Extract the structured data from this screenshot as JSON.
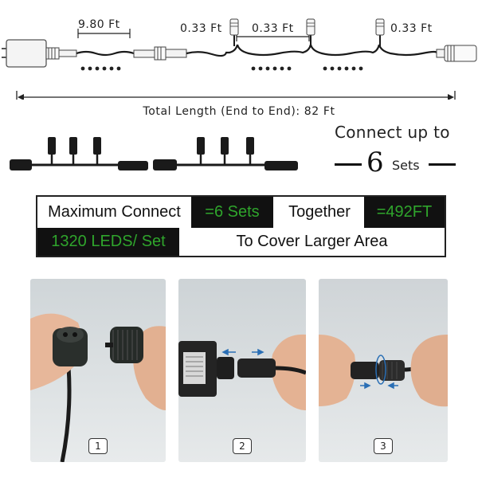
{
  "diagram": {
    "segment_labels": [
      "9.80 Ft",
      "0.33 Ft",
      "0.33 Ft",
      "0.33 Ft"
    ],
    "total_length": "Total Length (End to End): 82 Ft"
  },
  "connect_callout": {
    "line1": "Connect up to",
    "number": "6",
    "unit": "Sets"
  },
  "spec_table": {
    "row1": [
      "Maximum Connect",
      "=6 Sets",
      "Together",
      "=492FT"
    ],
    "row2": [
      "1320 LEDS/ Set",
      "To Cover Larger Area"
    ]
  },
  "steps": [
    "1",
    "2",
    "3"
  ],
  "colors": {
    "highlight_green": "#2fa52c",
    "cell_dark": "#111111",
    "cable": "#1a1a1a",
    "led_dot": "#222222"
  }
}
